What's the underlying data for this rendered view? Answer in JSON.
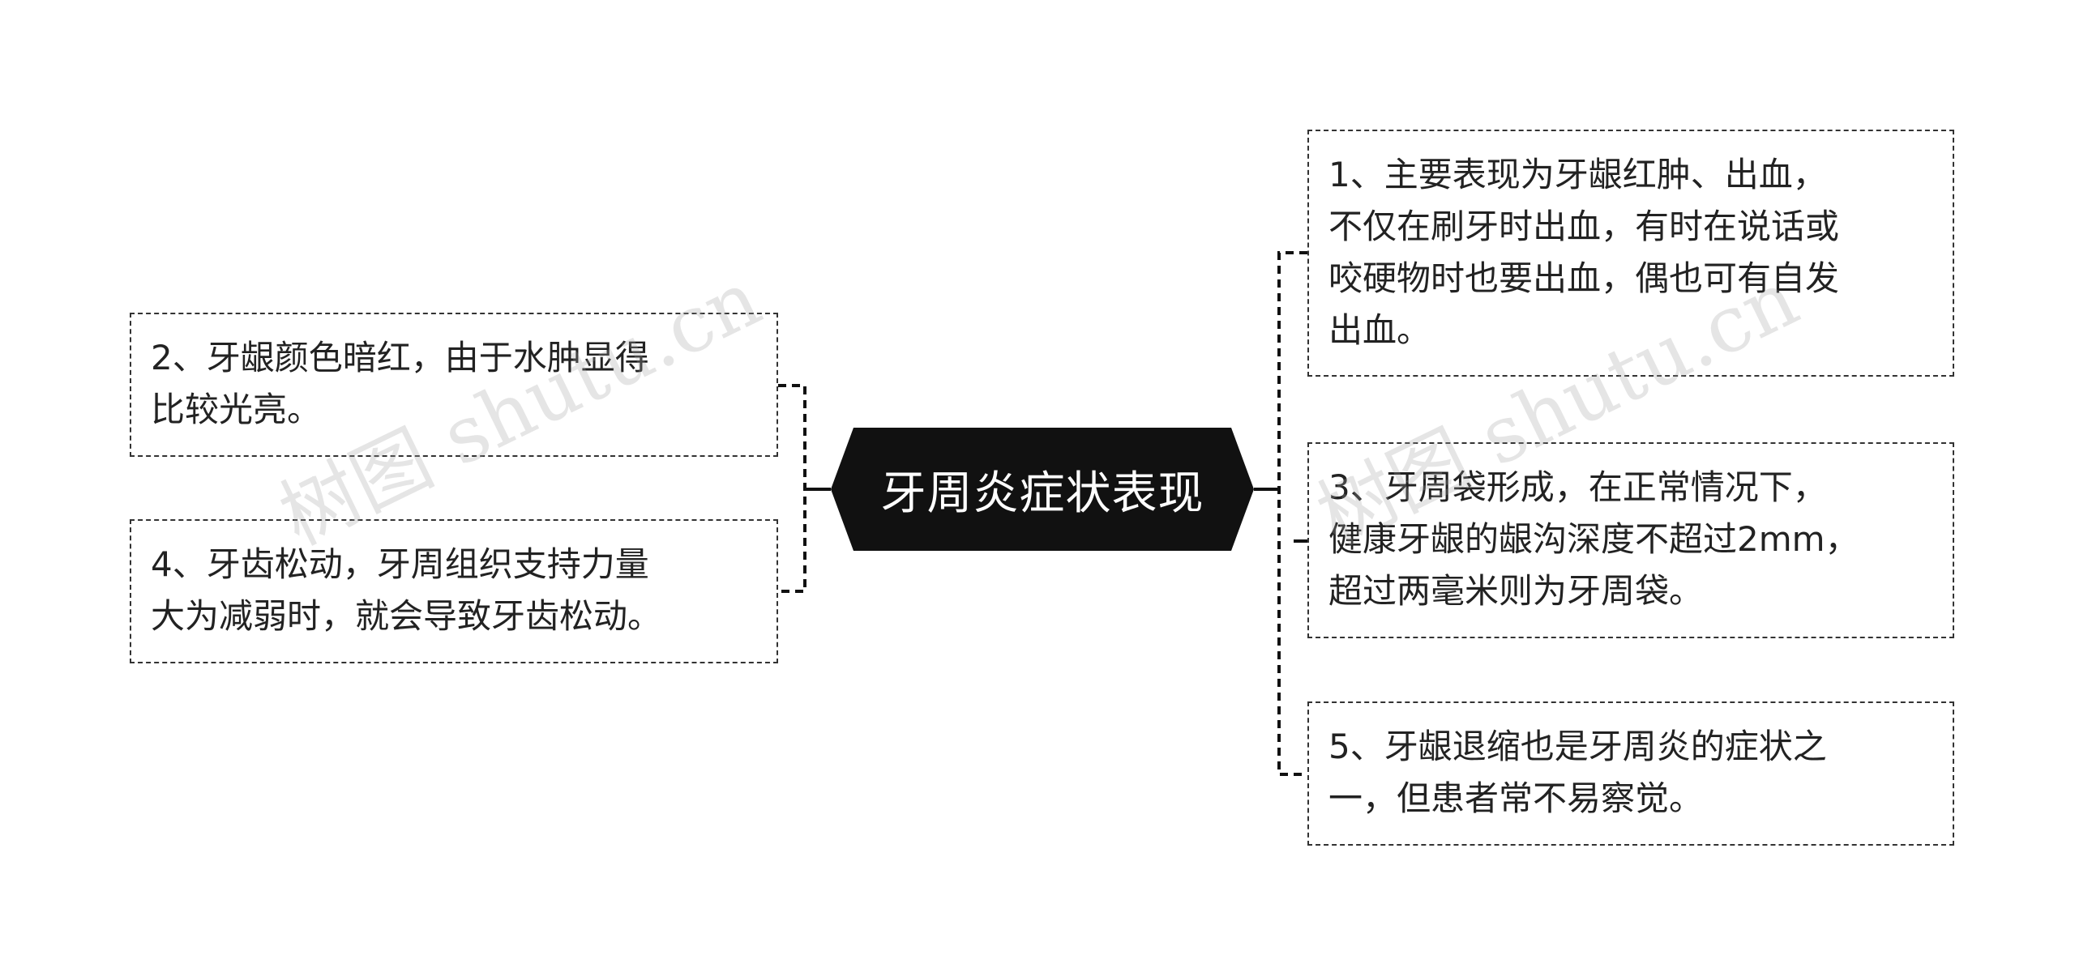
{
  "root": {
    "label": "牙周炎症状表现",
    "fill_color": "#111111",
    "text_color": "#ffffff"
  },
  "topics": [
    {
      "id": "topic-1",
      "side": "right",
      "lines": [
        "1、主要表现为牙龈红肿、出血，",
        "不仅在刷牙时出血，有时在说话或",
        "咬硬物时也要出血，偶也可有自发",
        "出血。"
      ]
    },
    {
      "id": "topic-2",
      "side": "left",
      "lines": [
        "2、牙龈颜色暗红，由于水肿显得",
        "比较光亮。"
      ]
    },
    {
      "id": "topic-3",
      "side": "right",
      "lines": [
        "3、牙周袋形成，在正常情况下，",
        "健康牙龈的龈沟深度不超过2mm，",
        "超过两毫米则为牙周袋。"
      ]
    },
    {
      "id": "topic-4",
      "side": "left",
      "lines": [
        "4、牙齿松动，牙周组织支持力量",
        "大为减弱时，就会导致牙齿松动。"
      ]
    },
    {
      "id": "topic-5",
      "side": "right",
      "lines": [
        "5、牙龈退缩也是牙周炎的症状之",
        "一，但患者常不易察觉。"
      ]
    }
  ],
  "watermarks": [
    "树图 shutu.cn",
    "树图 shutu.cn"
  ],
  "colors": {
    "connector": "#111111",
    "border": "#333333",
    "text": "#222222"
  }
}
